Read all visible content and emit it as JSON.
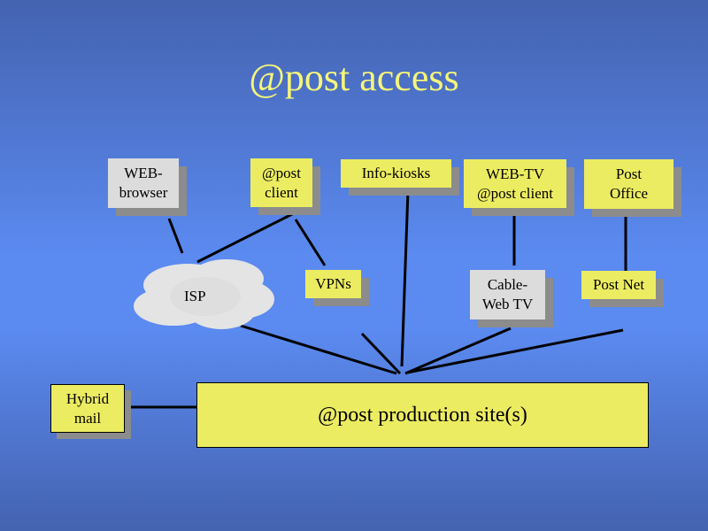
{
  "title": "@post access",
  "nodes": {
    "web_browser": "WEB-\nbrowser",
    "post_client": "@post\nclient",
    "info_kiosks": "Info-kiosks",
    "webtv_client": "WEB-TV\n@post client",
    "post_office": "Post\nOffice",
    "isp": "ISP",
    "vpns": "VPNs",
    "cable_web_tv": "Cable-\nWeb TV",
    "post_net": "Post Net",
    "hybrid_mail": "Hybrid\nmail",
    "production_site": "@post production site(s)"
  },
  "colors": {
    "box_yellow": "#ecec62",
    "box_gray": "#dcdcdc",
    "title": "#f5f57a",
    "shadow": "#8c8c8c"
  }
}
